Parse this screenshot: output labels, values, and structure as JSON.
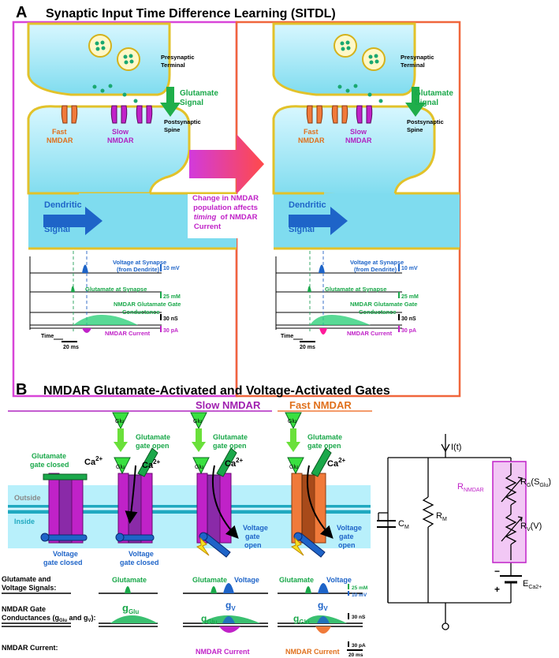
{
  "panel_a": {
    "letter": "A",
    "title": "Synaptic Input Time Difference Learning (SITDL)",
    "presynaptic_terminal": [
      "Presynaptic",
      "Terminal"
    ],
    "glutamate_signal": [
      "Glutamate",
      "Signal"
    ],
    "postsynaptic_spine": [
      "Postsynaptic",
      "Spine"
    ],
    "fast_nmdar": [
      "Fast",
      "NMDAR"
    ],
    "slow_nmdar": [
      "Slow",
      "NMDAR"
    ],
    "dendritic_signal": [
      "Dendritic",
      "Signal"
    ],
    "arrow_caption": [
      "Change in NMDAR",
      "population affects",
      "timing",
      "of NMDAR",
      "Current"
    ],
    "trace_labels": {
      "voltage": [
        "Voltage at Synapse",
        "(from Dendrite)"
      ],
      "glutamate": "Glutamate at Synapse",
      "conductance": [
        "NMDAR Glutamate Gate",
        "Conductance"
      ],
      "current": "NMDAR Current",
      "time": "Time"
    },
    "scale_bars": {
      "voltage": "10 mV",
      "glutamate": "25 mM",
      "conductance": "30 nS",
      "current": "30 pA",
      "time": "20 ms"
    }
  },
  "panel_b": {
    "letter": "B",
    "title": "NMDAR Glutamate-Activated and Voltage-Activated Gates",
    "slow_header": "Slow NMDAR",
    "fast_header": "Fast NMDAR",
    "glu": "Glu",
    "ca": "Ca",
    "ca_sup": "2+",
    "glutamate_gate_closed": [
      "Glutamate",
      "gate closed"
    ],
    "glutamate_gate_open": [
      "Glutamate",
      "gate open"
    ],
    "outside": "Outside",
    "inside": "Inside",
    "voltage_gate_closed": [
      "Voltage",
      "gate closed"
    ],
    "voltage_gate_open": [
      "Voltage",
      "gate",
      "open"
    ],
    "row_signals": [
      "Glutamate and",
      "Voltage Signals:"
    ],
    "row_conductances": [
      "NMDAR Gate",
      "Conductances (g",
      "Glu",
      " and g",
      "V",
      "):"
    ],
    "row_current": "NMDAR Current:",
    "glutamate": "Glutamate",
    "voltage": "Voltage",
    "g": "g",
    "glu_sub": "Glu",
    "v_sub": "V",
    "nmdar_current": "NMDAR Current",
    "scale_bars": {
      "glutamate": "25 mM",
      "voltage": "10 mV",
      "conductance": "30 nS",
      "current": "30 pA",
      "time": "20 ms"
    },
    "circuit": {
      "current": "I(t)",
      "cm": "C",
      "cm_sub": "M",
      "rm": "R",
      "rm_sub": "M",
      "rnmdar": "R",
      "rnmdar_sub": "NMDAR",
      "rg": "R",
      "rg_sub": "G",
      "rg_arg": "(S",
      "rg_arg_sub": "Glu",
      "rg_close": ")",
      "rv": "R",
      "rv_sub": "V",
      "rv_arg": "(V)",
      "e": "E",
      "e_sub": "Ca2+",
      "minus": "−",
      "plus": "+"
    }
  },
  "colors": {
    "magenta": "#cc33cc",
    "orange": "#f07a3a",
    "green": "#1aa84a",
    "blue": "#1e64c8",
    "cyan": "#9fe6f5",
    "purple": "#7a2a9a"
  }
}
